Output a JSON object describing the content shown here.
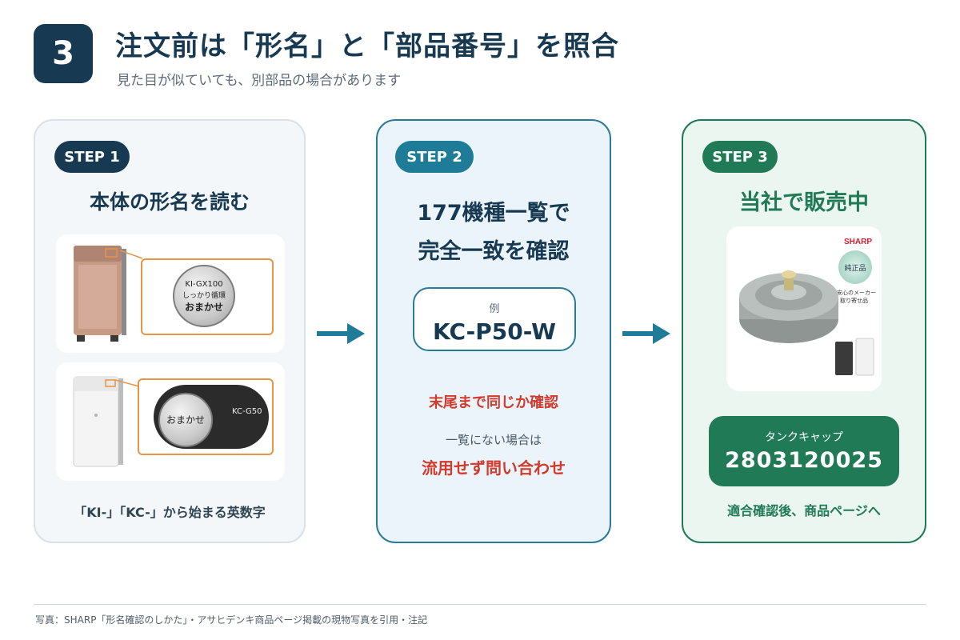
{
  "header": {
    "number": "3",
    "title": "注文前は「形名」と「部品番号」を照合",
    "subtitle": "見た目が似ていても、別部品の場合があります"
  },
  "step1": {
    "pill": "STEP 1",
    "heading": "本体の形名を読む",
    "tile1_badge_model": "KI-GX100",
    "tile1_badge_line1": "しっかり循環",
    "tile1_badge_line2": "おまかせ",
    "tile2_badge_model": "KC-G50",
    "tile2_badge_text": "おまかせ",
    "footer": "「KI-」「KC-」から始まる英数字"
  },
  "step2": {
    "pill": "STEP 2",
    "heading_line1": "177機種一覧で",
    "heading_line2": "完全一致を確認",
    "example_label": "例",
    "example_value": "KC-P50-W",
    "warn1": "末尾まで同じか確認",
    "note": "一覧にない場合は",
    "warn2": "流用せず問い合わせ"
  },
  "step3": {
    "pill": "STEP 3",
    "heading": "当社で販売中",
    "brand": "SHARP",
    "genuine": "純正品",
    "tag_line1": "安心のメーカー",
    "tag_line2": "取り寄せ品",
    "part_label": "タンクキャップ",
    "part_number": "2803120025",
    "footer": "適合確認後、商品ページへ"
  },
  "footer": {
    "credit": "写真：SHARP「形名確認のしかた」・アサヒデンキ商品ページ掲載の現物写真を引用・注記"
  },
  "colors": {
    "navy": "#173a52",
    "teal": "#1f7c98",
    "green": "#1f7a55",
    "red": "#d23a2c",
    "orange": "#e69547"
  }
}
